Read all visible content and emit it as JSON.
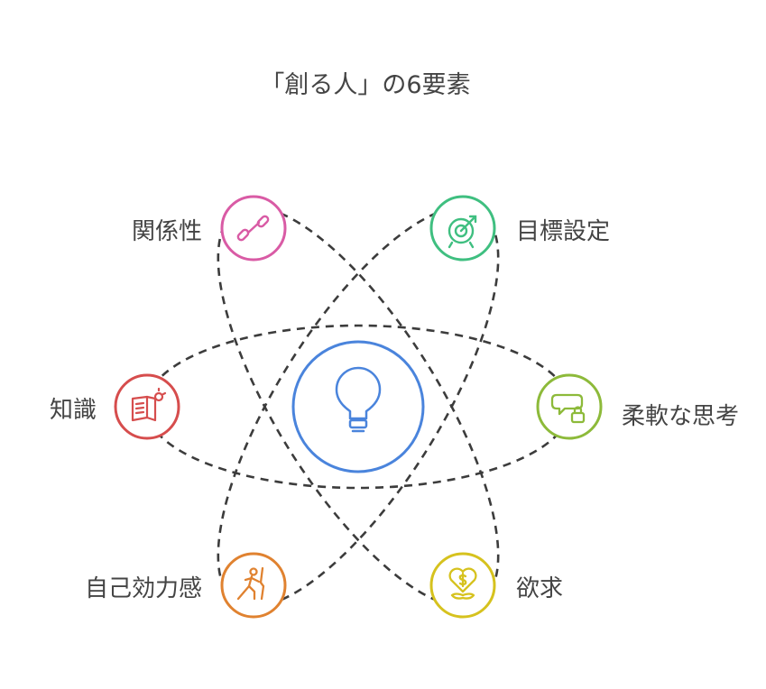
{
  "title": "「創る人」の6要素",
  "center": {
    "icon": "lightbulb-icon",
    "color": "#4a84dc"
  },
  "elements": [
    {
      "label": "関係性",
      "icon": "chain-link-icon",
      "color": "#d95ba5"
    },
    {
      "label": "目標設定",
      "icon": "target-arrow-icon",
      "color": "#3fbf80"
    },
    {
      "label": "知識",
      "icon": "book-idea-icon",
      "color": "#d64d4d"
    },
    {
      "label": "柔軟な思考",
      "icon": "chat-lock-icon",
      "color": "#8dba3a"
    },
    {
      "label": "自己効力感",
      "icon": "climber-icon",
      "color": "#e08230"
    },
    {
      "label": "欲求",
      "icon": "heart-money-icon",
      "color": "#d6c21e"
    }
  ]
}
